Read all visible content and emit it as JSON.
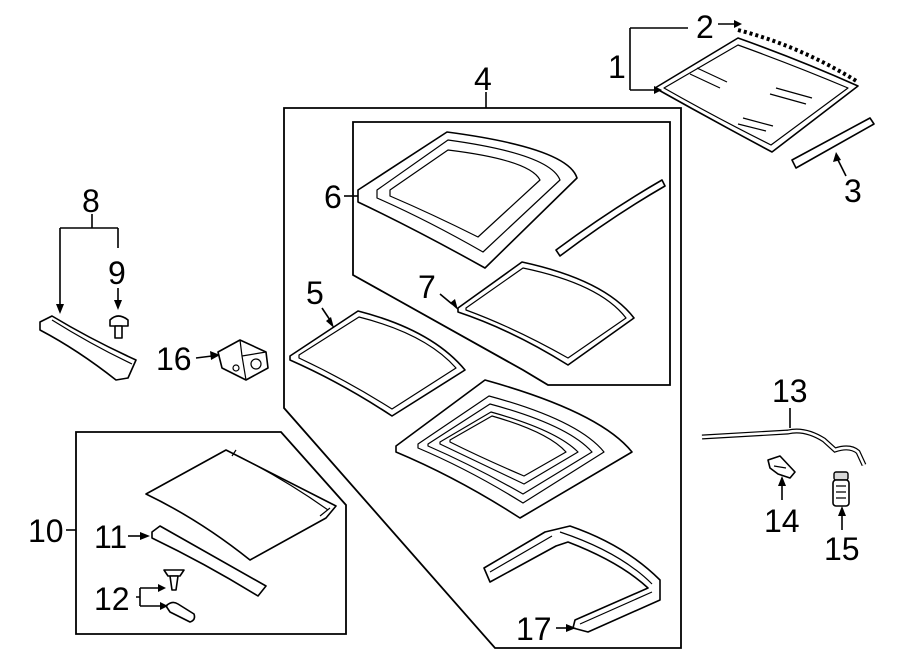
{
  "callouts": {
    "c1": "1",
    "c2": "2",
    "c3": "3",
    "c4": "4",
    "c5": "5",
    "c6": "6",
    "c7": "7",
    "c8": "8",
    "c9": "9",
    "c10": "10",
    "c11": "11",
    "c12": "12",
    "c13": "13",
    "c14": "14",
    "c15": "15",
    "c16": "16",
    "c17": "17"
  }
}
